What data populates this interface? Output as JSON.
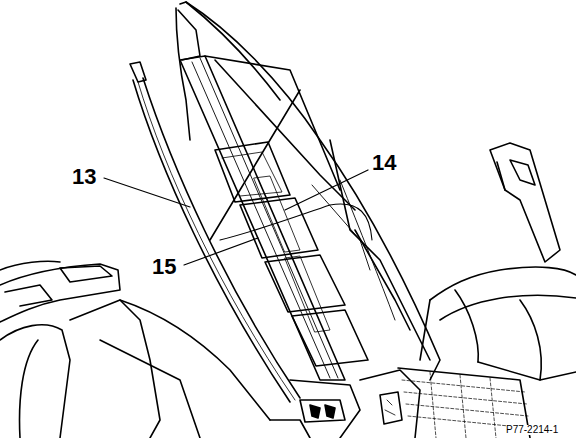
{
  "diagram": {
    "labels": [
      "13",
      "14",
      "15",
      "P77-2214-1"
    ]
  }
}
